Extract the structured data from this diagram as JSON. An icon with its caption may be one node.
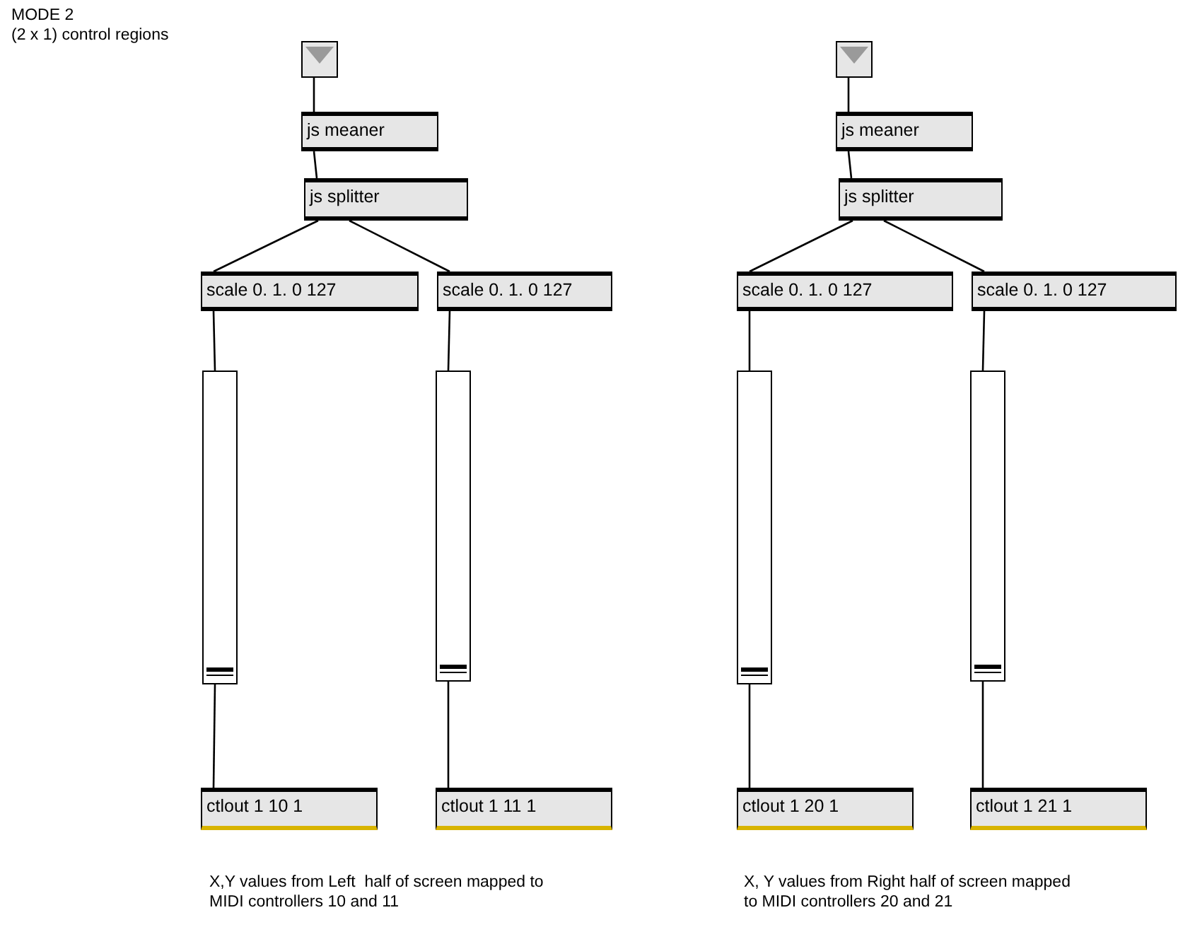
{
  "diagram": {
    "nodes": [
      {
        "text": [],
        "shape": "box"
      },
      {
        "text": [
          "js meaner"
        ]
      },
      {
        "text": [
          "js splitter"
        ]
      },
      {
        "text": [
          "scale 0. 1. 0 127"
        ]
      },
      {
        "text": [
          "scale 0. 1. 0 127"
        ]
      },
      {
        "text": [],
        "shape": "bar"
      },
      {
        "text": [],
        "shape": "bar"
      },
      {
        "text": [
          "ctlout 1 10 1"
        ]
      },
      {
        "text": [
          "ctlout 1 11 1"
        ]
      },
      {
        "text": [],
        "shape": "box"
      },
      {
        "text": [
          "js meaner"
        ]
      },
      {
        "text": [
          "js splitter"
        ]
      },
      {
        "text": [
          "scale 0. 1. 0 127"
        ]
      },
      {
        "text": [
          "scale 0. 1. 0 127"
        ]
      },
      {
        "text": [],
        "shape": "bar"
      },
      {
        "text": [],
        "shape": "bar"
      },
      {
        "text": [
          "ctlout 1 20 1"
        ]
      },
      {
        "text": [
          "ctlout 1 21 1"
        ]
      }
    ],
    "edges": [
      {
        "from": 0,
        "to": 1,
        "arrow": "none"
      },
      {
        "from": 1,
        "to": 2,
        "arrow": "none"
      },
      {
        "from": 2,
        "to": 3,
        "arrow": "none"
      },
      {
        "from": 2,
        "to": 4,
        "arrow": "none"
      },
      {
        "from": 3,
        "to": 5,
        "arrow": "none"
      },
      {
        "from": 4,
        "to": 6,
        "arrow": "none"
      },
      {
        "from": 5,
        "to": 7,
        "arrow": "none"
      },
      {
        "from": 6,
        "to": 8,
        "arrow": "none"
      },
      {
        "from": 9,
        "to": 10,
        "arrow": "none"
      },
      {
        "from": 10,
        "to": 11,
        "arrow": "none"
      },
      {
        "from": 11,
        "to": 12,
        "arrow": "none"
      },
      {
        "from": 11,
        "to": 13,
        "arrow": "none"
      },
      {
        "from": 12,
        "to": 14,
        "arrow": "none"
      },
      {
        "from": 13,
        "to": 15,
        "arrow": "none"
      },
      {
        "from": 14,
        "to": 16,
        "arrow": "none"
      },
      {
        "from": 15,
        "to": 17,
        "arrow": "none"
      }
    ],
    "labels": [
      "MODE 2",
      "(2 x 1) control regions",
      "X,Y values from Left  half of screen mapped to MIDI controllers 10 and 11",
      "X, Y values from Right half of screen mapped to MIDI controllers 20 and 21"
    ]
  }
}
